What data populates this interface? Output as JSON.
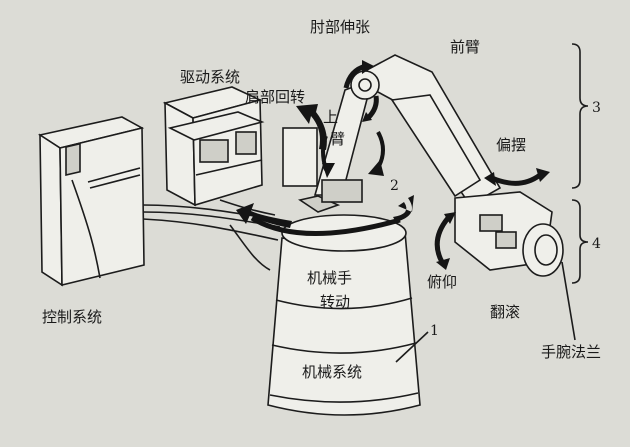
{
  "labels": {
    "elbow_extend": "肘部伸张",
    "forearm": "前臂",
    "drive_system": "驱动系统",
    "shoulder_rotate": "肩部回转",
    "upper_arm_1": "上",
    "upper_arm_2": "臂",
    "yaw": "偏摆",
    "pitch": "俯仰",
    "manip_rotate_1": "机械手",
    "manip_rotate_2": "转动",
    "control_system": "控制系统",
    "roll": "翻滚",
    "wrist_flange": "手腕法兰",
    "mech_system": "机械系统"
  },
  "numbers": {
    "n1": "1",
    "n2": "2",
    "n3": "3",
    "n4": "4"
  },
  "icons": {
    "arrows": "curved-motion-arrow",
    "brackets": "range-bracket"
  },
  "colors": {
    "paper": "#dcdcd6",
    "ink": "#1a1a1a"
  }
}
